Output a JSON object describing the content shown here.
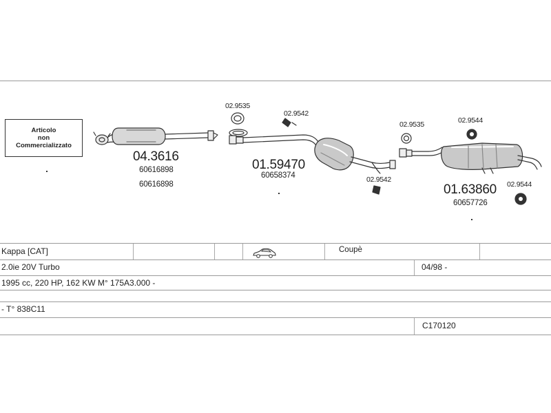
{
  "diagram": {
    "not_sold_box": [
      "Articolo",
      "non",
      "Commercializzato"
    ],
    "parts": [
      {
        "code": "04.3616",
        "refs": [
          "60616898",
          "60616898"
        ]
      },
      {
        "code": "01.59470",
        "refs": [
          "60658374"
        ]
      },
      {
        "code": "01.63860",
        "refs": [
          "60657726"
        ]
      }
    ],
    "small_parts": [
      "02.9535",
      "02.9542",
      "02.9542",
      "02.9535",
      "02.9544",
      "02.9544"
    ]
  },
  "vehicle": {
    "model": "Kappa  [CAT]",
    "body": "Coupè",
    "engine": "2.0ie 20V Turbo",
    "date": "04/98 -",
    "specs": "1995 cc, 220 HP, 162 KW M° 175A3.000 -",
    "type": "- T° 838C11",
    "catalog_code": "C170120",
    "car_icon": "coupe-car-icon"
  }
}
